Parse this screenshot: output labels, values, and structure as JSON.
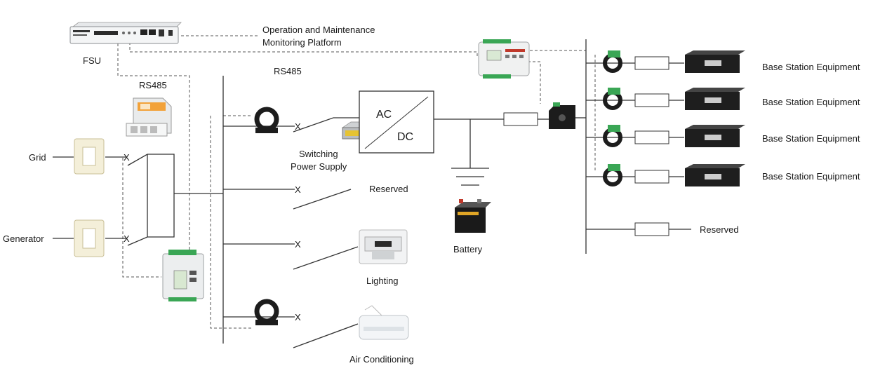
{
  "labels": {
    "platform_line1": "Operation and Maintenance",
    "platform_line2": "Monitoring Platform",
    "fsu": "FSU",
    "rs485_left": "RS485",
    "rs485_top": "RS485",
    "grid": "Grid",
    "generator": "Generator",
    "switching_line1": "Switching",
    "switching_line2": "Power Supply",
    "ac": "AC",
    "dc": "DC",
    "reserved_mid": "Reserved",
    "lighting": "Lighting",
    "air_conditioning": "Air Conditioning",
    "battery": "Battery",
    "reserved_right": "Reserved",
    "breaker_mark": "X"
  },
  "base_stations": [
    {
      "label": "Base Station Equipment"
    },
    {
      "label": "Base Station Equipment"
    },
    {
      "label": "Base Station Equipment"
    },
    {
      "label": "Base Station Equipment"
    }
  ],
  "colors": {
    "meter_green": "#3aa655",
    "meter_orange": "#f2a23a",
    "sensor_black": "#1c1c1c",
    "wire": "#333333"
  },
  "icons": [
    "fsu-device-icon",
    "current-transformer-icon",
    "energy-meter-icon",
    "switching-power-supply-icon",
    "battery-icon",
    "lighting-icon",
    "air-conditioner-icon",
    "base-station-icon",
    "hall-sensor-icon",
    "fuse-icon"
  ]
}
